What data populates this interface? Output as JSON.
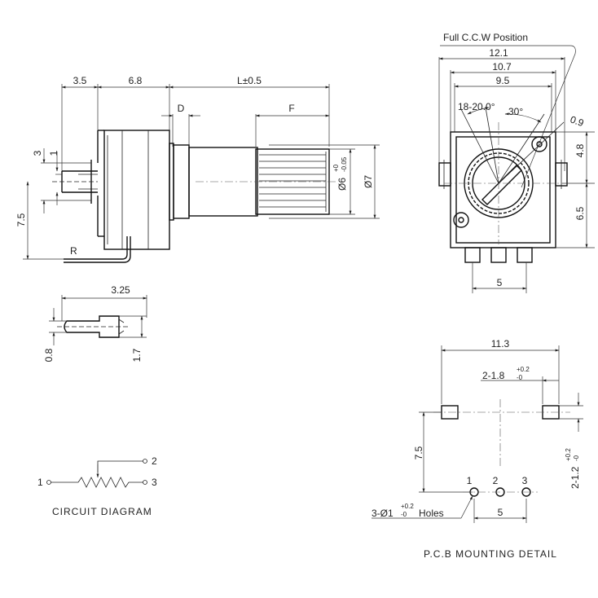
{
  "labels": {
    "full_ccw": "Full C.C.W Position",
    "circuit": "CIRCUIT DIAGRAM",
    "pcb": "P.C.B MOUNTING DETAIL"
  },
  "side_view": {
    "d_3_5": "3.5",
    "d_6_8": "6.8",
    "d_L": "L±0.5",
    "d_D": "D",
    "d_F": "F",
    "d_3": "3",
    "d_1": "1",
    "d_7_5": "7.5",
    "d_R": "R",
    "d_dia6": "Ø6",
    "d_dia6_tol_up": "+0",
    "d_dia6_tol_dn": "-0.05",
    "d_dia7": "Ø7"
  },
  "front_view": {
    "d_12_1": "12.1",
    "d_10_7": "10.7",
    "d_9_5": "9.5",
    "d_angle1": "18-20.0°",
    "d_angle2": "30°",
    "d_0_9": "0.9",
    "d_4_8": "4.8",
    "d_6_5": "6.5",
    "d_5": "5"
  },
  "terminal_detail": {
    "d_3_25": "3.25",
    "d_0_8": "0.8",
    "d_1_7": "1.7"
  },
  "circuit": {
    "pin1": "1",
    "pin2": "2",
    "pin3": "3"
  },
  "pcb_detail": {
    "d_11_3": "11.3",
    "d_slot_main": "2-1.8",
    "d_slot_tol_up": "+0.2",
    "d_slot_tol_dn": "-0",
    "d_7_5": "7.5",
    "d_slot_h_main": "2-1.2",
    "d_slot_h_tol_up": "+0.2",
    "d_slot_h_tol_dn": "-0",
    "pin1": "1",
    "pin2": "2",
    "pin3": "3",
    "holes_main": "3-Ø1",
    "holes_tol_up": "+0.2",
    "holes_tol_dn": "-0",
    "holes_suffix": "Holes",
    "d_5": "5"
  }
}
